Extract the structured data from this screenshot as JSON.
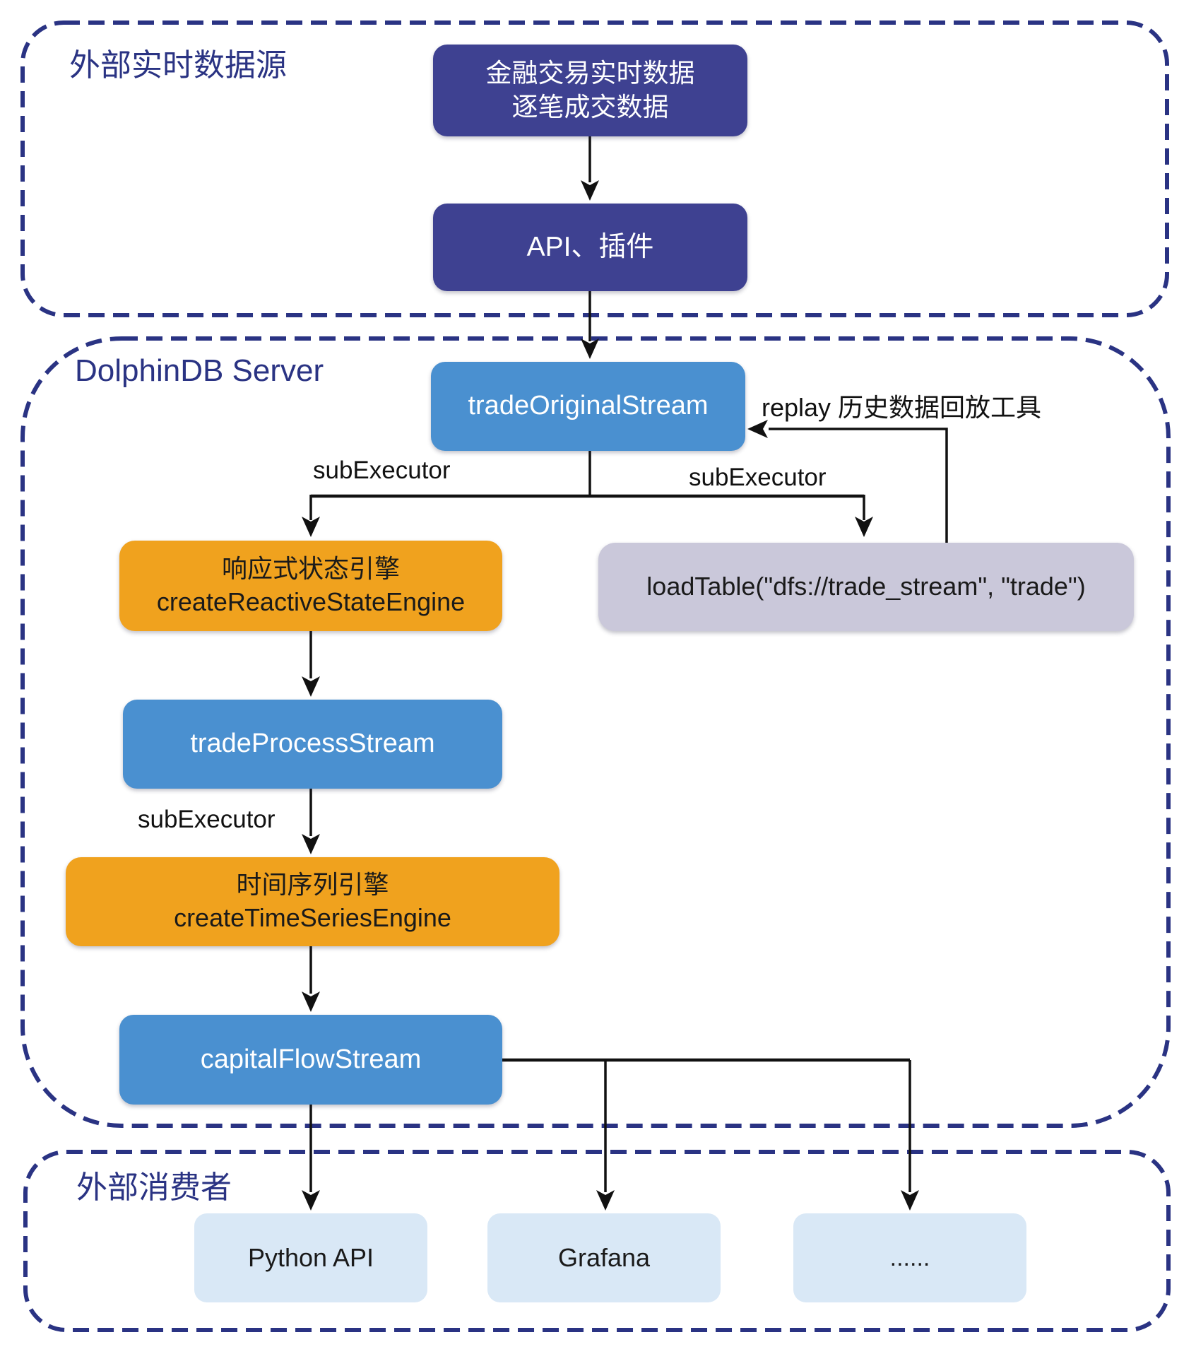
{
  "sections": {
    "source": {
      "title": "外部实时数据源"
    },
    "server": {
      "title": "DolphinDB Server"
    },
    "consumers": {
      "title": "外部消费者"
    }
  },
  "nodes": {
    "finance_data": {
      "line1": "金融交易实时数据",
      "line2": "逐笔成交数据"
    },
    "api_plugin": {
      "label": "API、插件"
    },
    "trade_original_stream": {
      "label": "tradeOriginalStream"
    },
    "reactive_engine": {
      "line1": "响应式状态引擎",
      "line2": "createReactiveStateEngine"
    },
    "load_table": {
      "label": "loadTable(\"dfs://trade_stream\", \"trade\")"
    },
    "trade_process_stream": {
      "label": "tradeProcessStream"
    },
    "time_series_engine": {
      "line1": "时间序列引擎",
      "line2": "createTimeSeriesEngine"
    },
    "capital_flow_stream": {
      "label": "capitalFlowStream"
    },
    "python_api": {
      "label": "Python API"
    },
    "grafana": {
      "label": "Grafana"
    },
    "others": {
      "label": "......"
    }
  },
  "edge_labels": {
    "replay": "replay 历史数据回放工具",
    "sub_executor_left": "subExecutor",
    "sub_executor_right": "subExecutor",
    "sub_executor_mid": "subExecutor"
  },
  "colors": {
    "container_border": "#2a3383",
    "section_title": "#2a3383",
    "dark_indigo_node": "#3e4191",
    "blue_node": "#4a90d0",
    "orange_node": "#f0a21e",
    "lavender_node": "#cac8da",
    "light_blue_node": "#d9e8f6",
    "connector": "#111111"
  }
}
